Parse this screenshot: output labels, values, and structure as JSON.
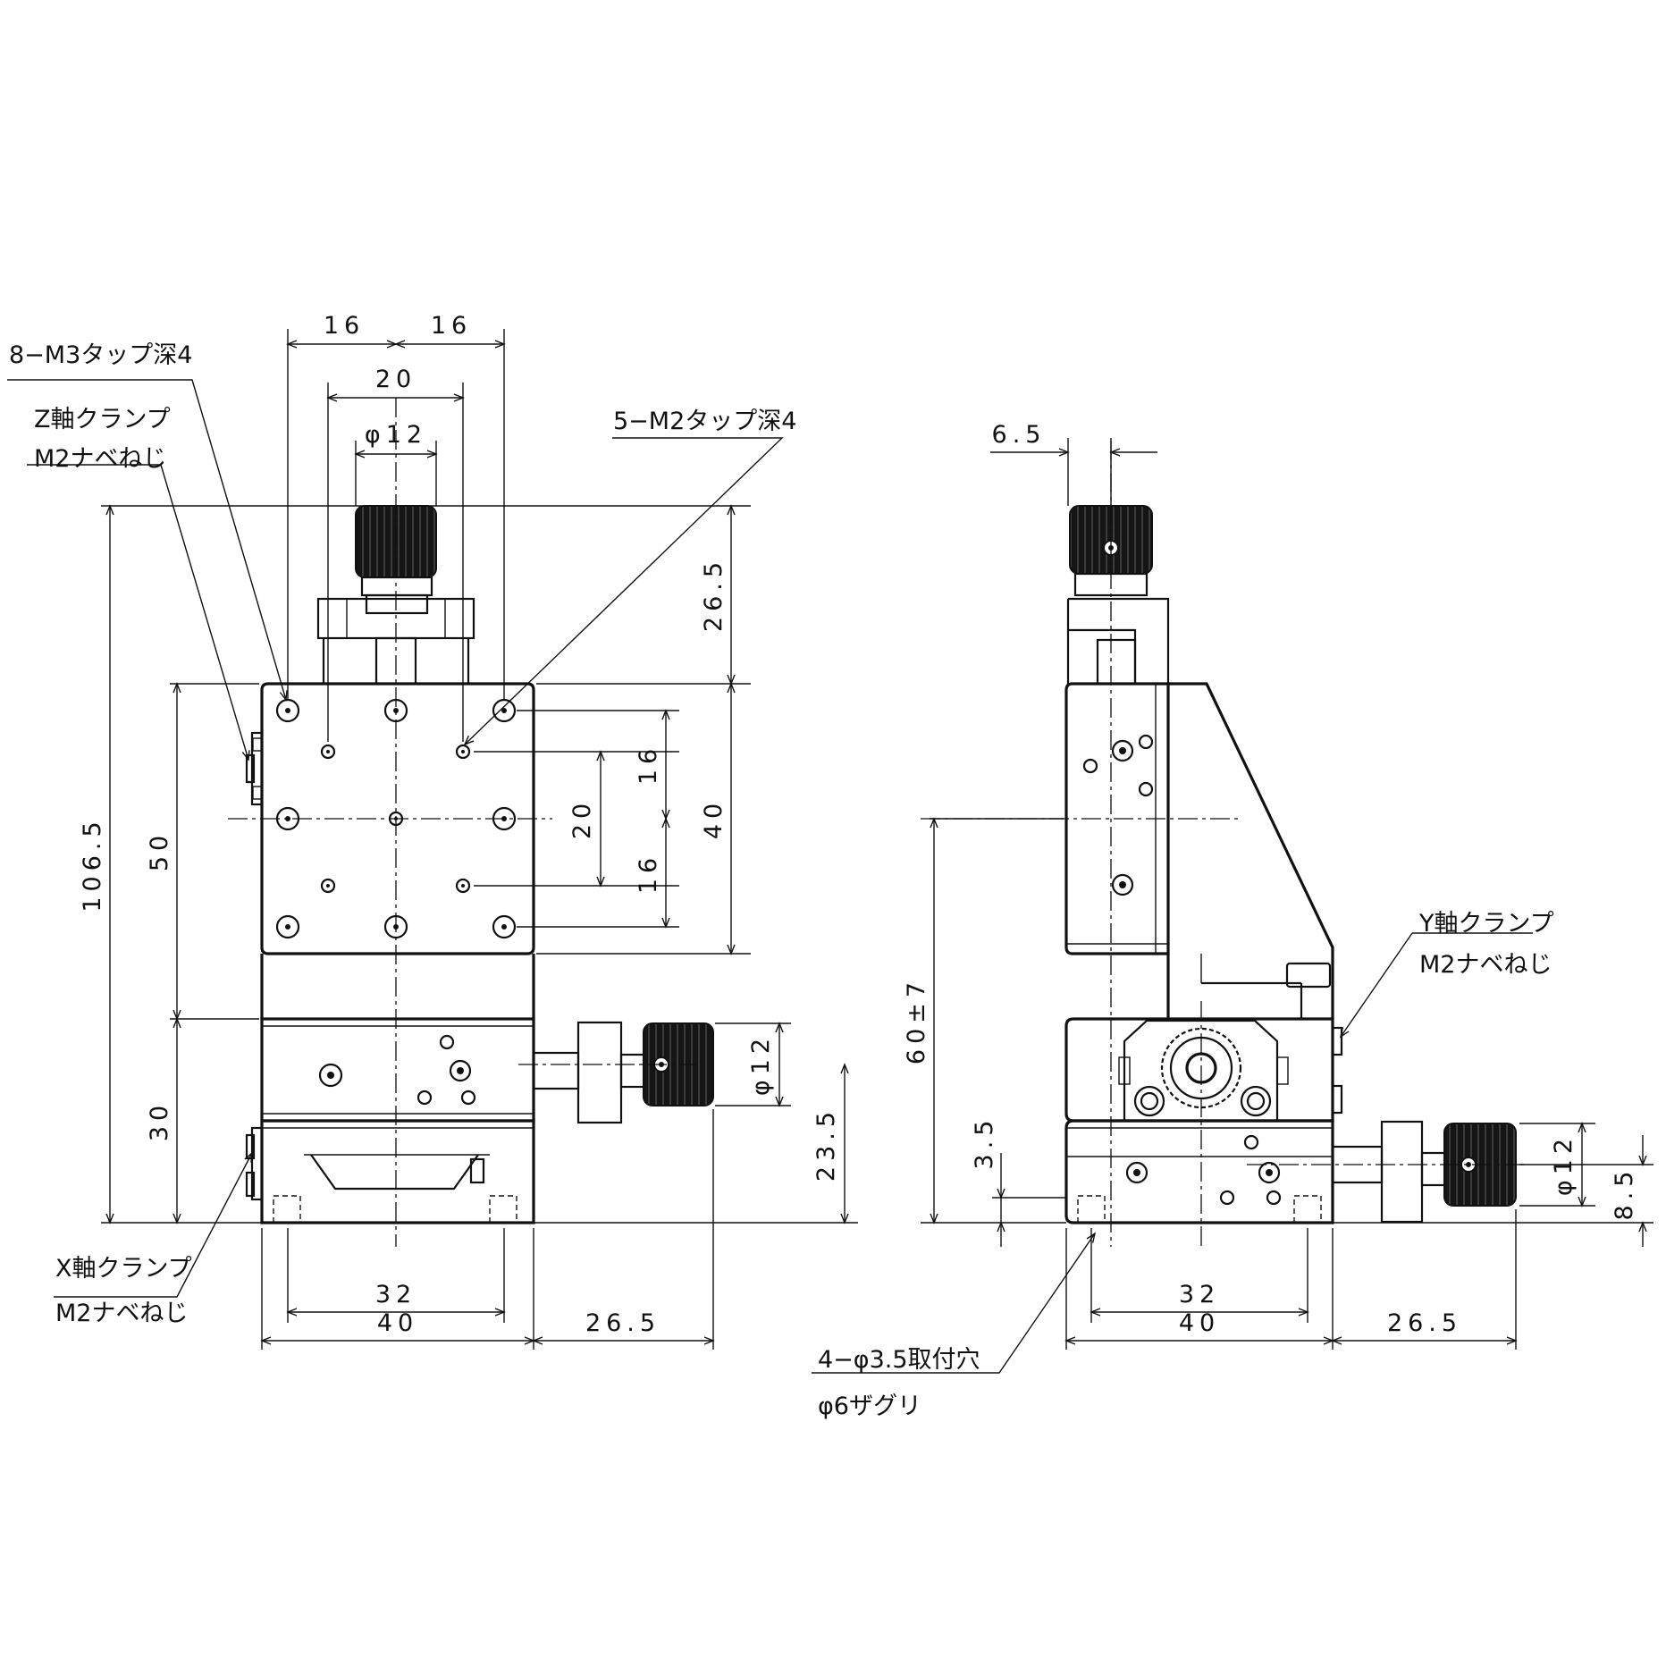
{
  "front_view": {
    "dimensions": {
      "top_16_left": "16",
      "top_16_right": "16",
      "top_20": "20",
      "top_phi12": "φ12",
      "height_106_5": "106.5",
      "height_50": "50",
      "height_30": "30",
      "right_26_5": "26.5",
      "right_40": "40",
      "right_20": "20",
      "right_16_upper": "16",
      "right_16_lower": "16",
      "knob_phi12": "φ12",
      "knob_23_5": "23.5",
      "bottom_32": "32",
      "bottom_40": "40",
      "bottom_26_5": "26.5"
    },
    "callouts": {
      "m3_tap": "8−M3タップ深4",
      "z_clamp_1": "Z軸クランプ",
      "z_clamp_2": "M2ナベねじ",
      "m2_tap": "5−M2タップ深4",
      "x_clamp_1": "X軸クランプ",
      "x_clamp_2": "M2ナベねじ"
    }
  },
  "side_view": {
    "dimensions": {
      "top_6_5": "6.5",
      "height_60": "60±7",
      "height_3_5": "3.5",
      "knob_phi12": "φ12",
      "knob_8_5": "8.5",
      "bottom_32": "32",
      "bottom_40": "40",
      "bottom_26_5": "26.5"
    },
    "callouts": {
      "y_clamp_1": "Y軸クランプ",
      "y_clamp_2": "M2ナベねじ",
      "mount_1": "4−φ3.5取付穴",
      "mount_2": "φ6ザグリ"
    }
  }
}
